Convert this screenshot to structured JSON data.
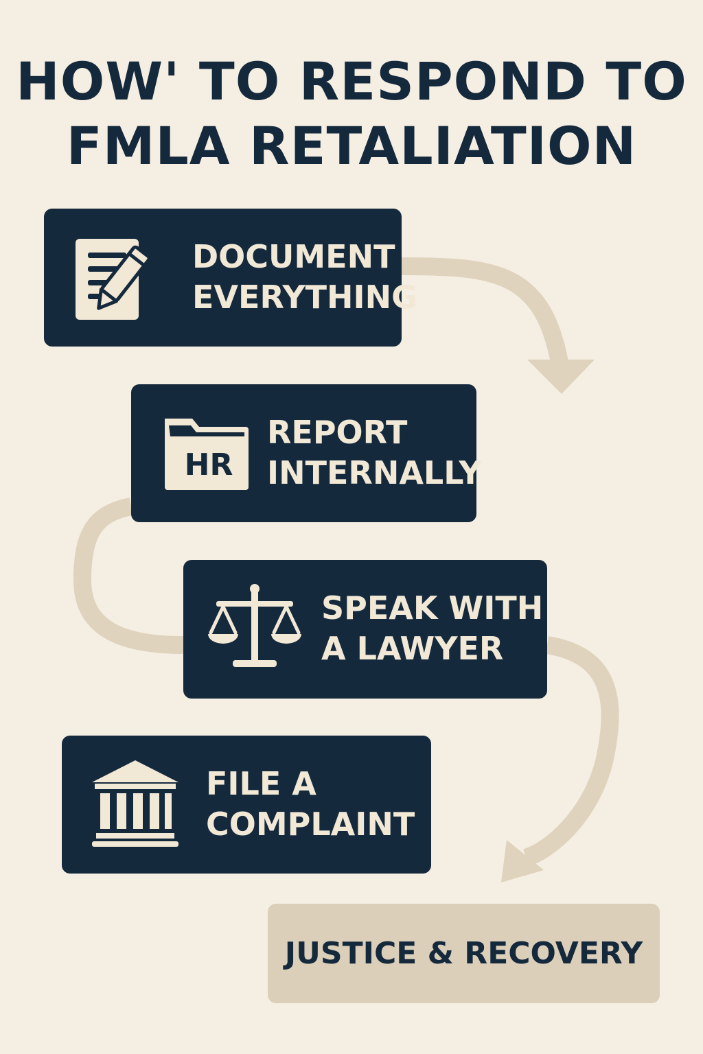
{
  "title": {
    "line1": "HOW' TO RESPOND TO",
    "line2": "FMLA RETALIATION"
  },
  "steps": [
    {
      "icon": "document-pencil-icon",
      "line1": "DOCUMENT",
      "line2": "EVERYTHING"
    },
    {
      "icon": "hr-folder-icon",
      "icon_text": "HR",
      "line1": "REPORT",
      "line2": "INTERNALLY"
    },
    {
      "icon": "scales-of-justice-icon",
      "line1": "SPEAK WITH",
      "line2": "A LAWYER"
    },
    {
      "icon": "courthouse-icon",
      "line1": "FILE A",
      "line2": "COMPLAINT"
    }
  ],
  "outcome": {
    "label": "JUSTICE & RECOVERY"
  },
  "colors": {
    "background": "#f5eee2",
    "box": "#15293d",
    "box_text": "#f2e8d6",
    "connector": "#dfd3bd",
    "outcome_box": "#dbcfb9"
  }
}
